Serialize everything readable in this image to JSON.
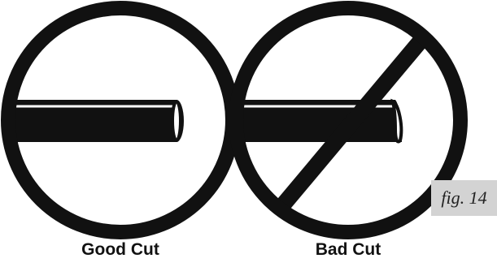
{
  "panels": {
    "good": {
      "caption": "Good Cut"
    },
    "bad": {
      "caption": "Bad Cut"
    }
  },
  "figure_label": "fig. 14",
  "colors": {
    "ink": "#111111",
    "highlight": "#ffffff",
    "label_bg": "#d3d3d3"
  }
}
